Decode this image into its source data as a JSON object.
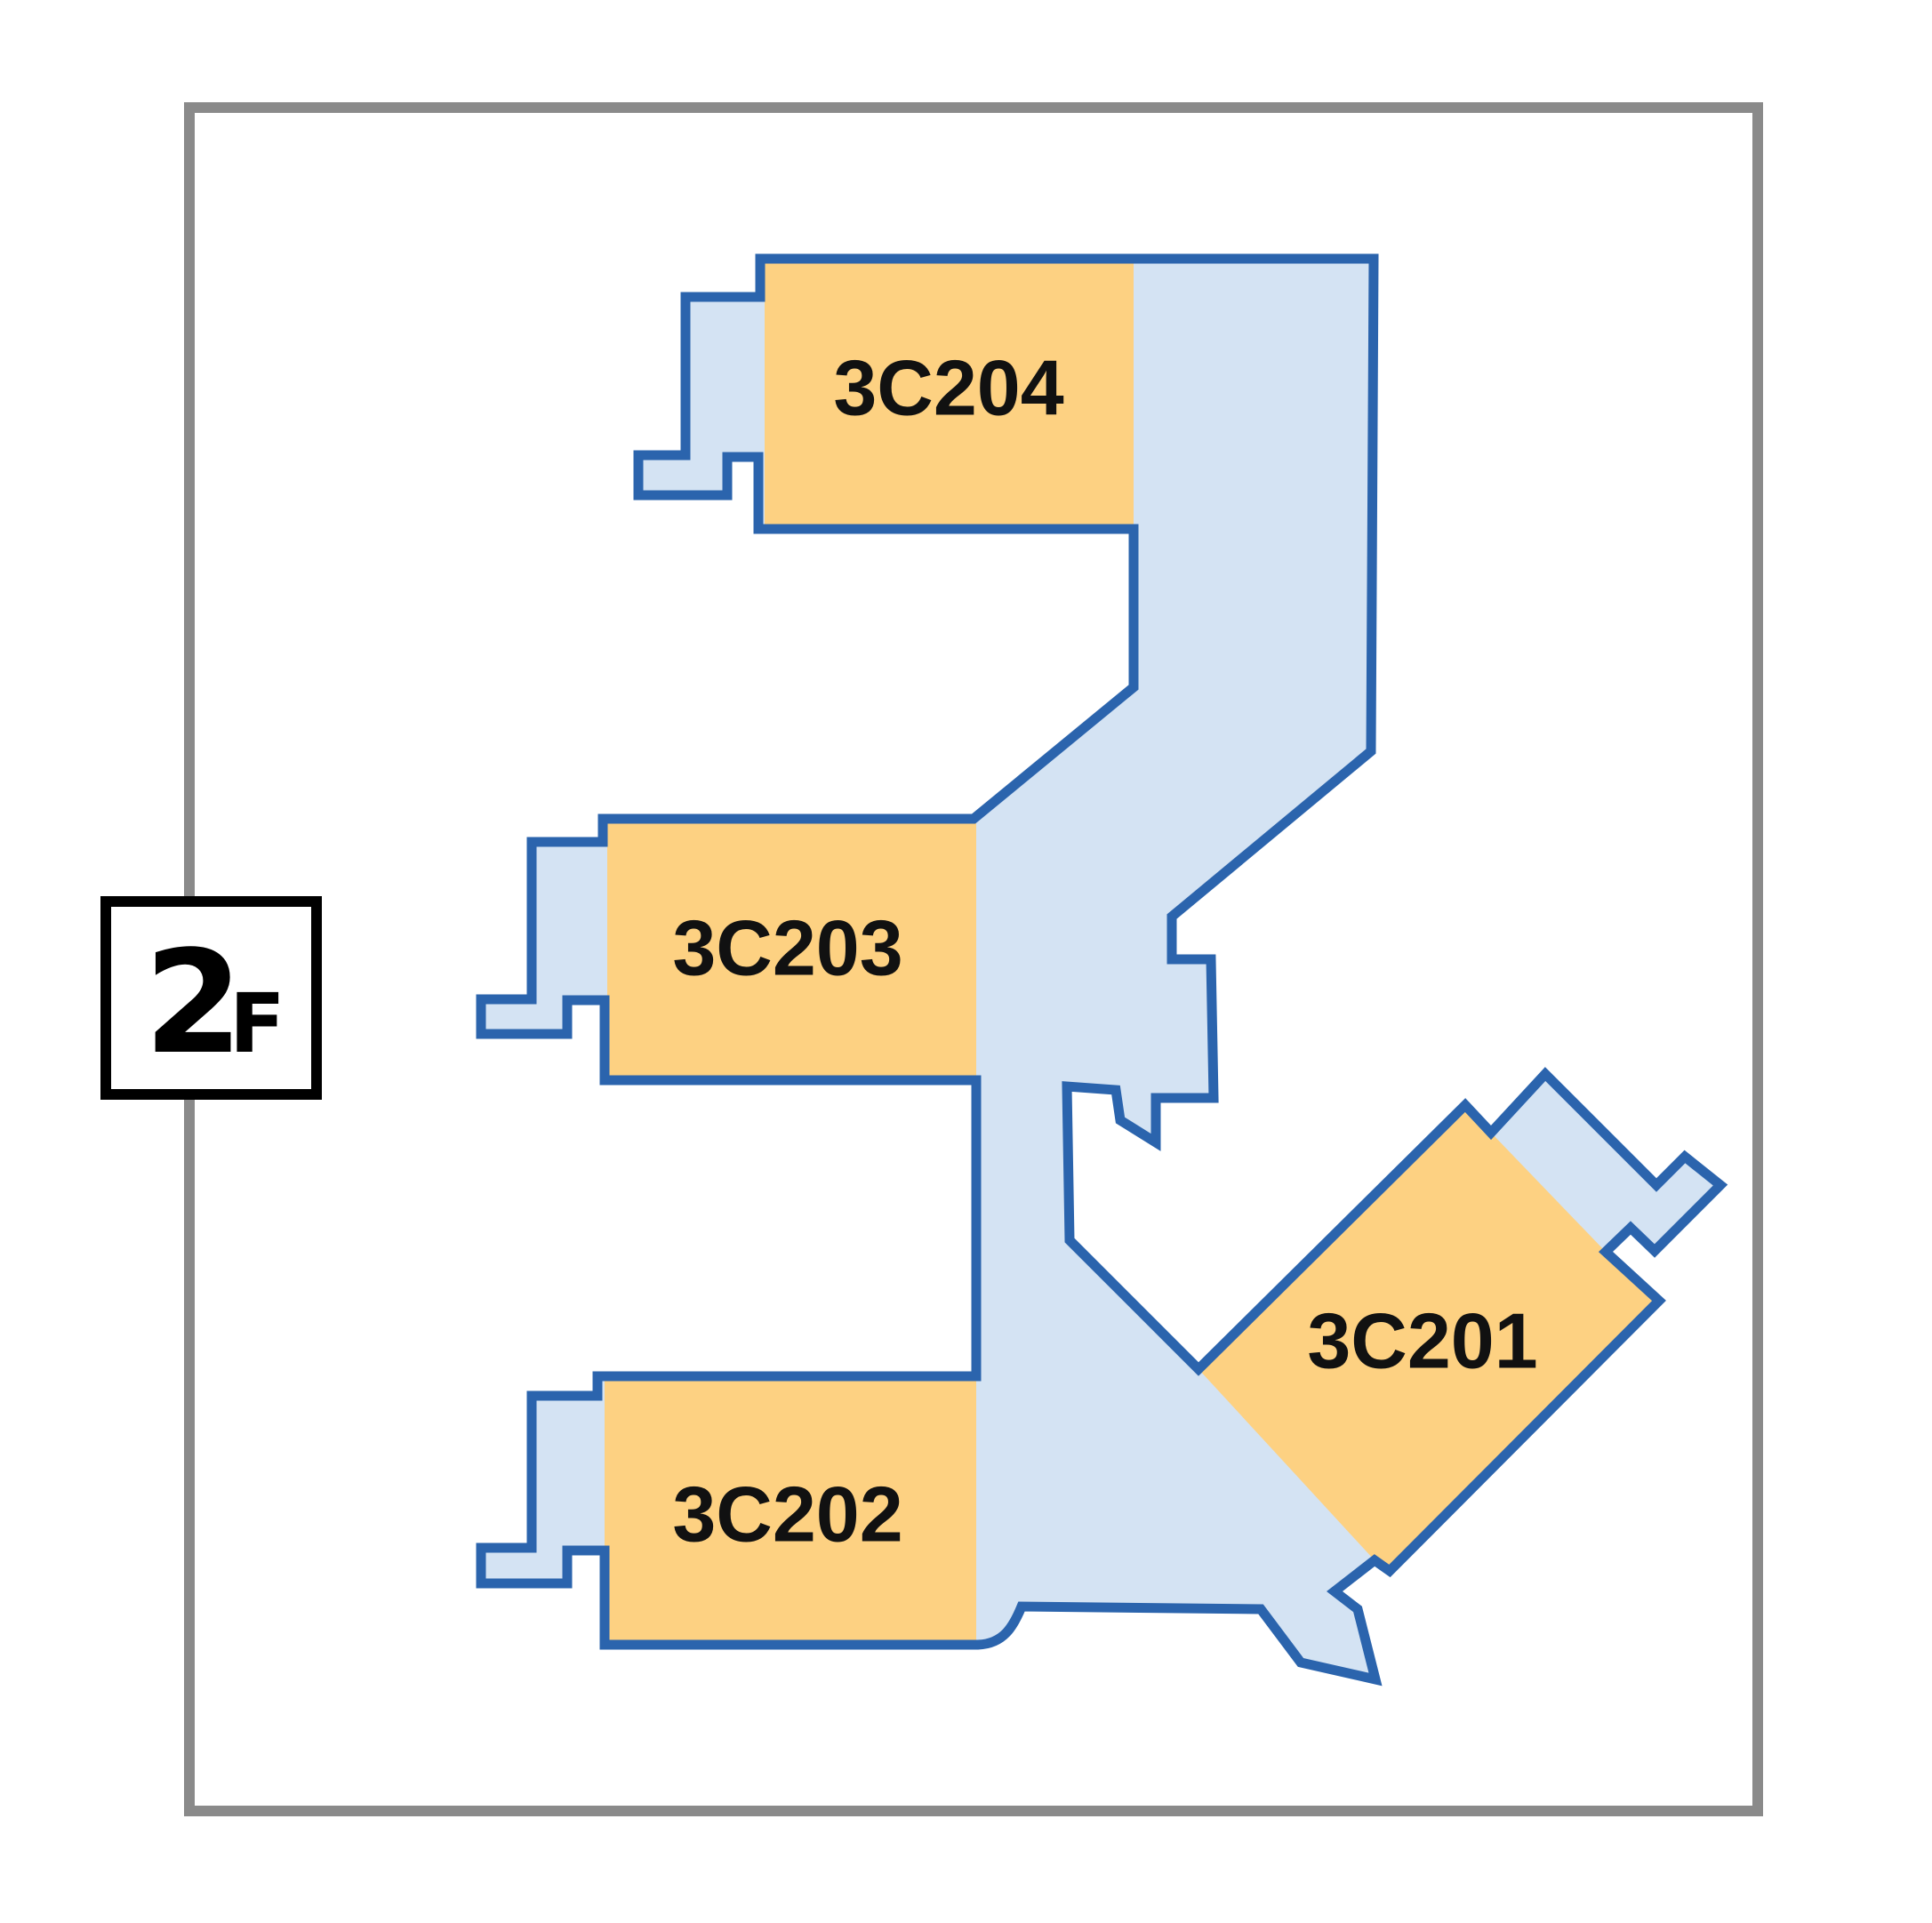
{
  "floor": {
    "number": "2",
    "suffix": "F"
  },
  "rooms": [
    {
      "id": "3C204",
      "label": "3C204"
    },
    {
      "id": "3C203",
      "label": "3C203"
    },
    {
      "id": "3C202",
      "label": "3C202"
    },
    {
      "id": "3C201",
      "label": "3C201"
    }
  ],
  "colors": {
    "frame": "#8a8a8a",
    "corridor_fill": "#d4e3f3",
    "room_fill": "#fdd182",
    "outline": "#2b64ad",
    "label_border": "#000000"
  }
}
